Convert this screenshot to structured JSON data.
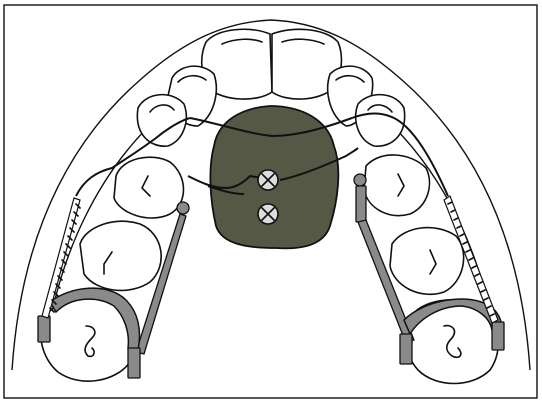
{
  "figure": {
    "type": "dental-appliance-illustration",
    "colors": {
      "acrylic_plate": "#545844",
      "metal_parts": "#8a8a8a",
      "outline": "#111111",
      "background": "#ffffff"
    },
    "components": {
      "teeth_count": 12,
      "expansion_screws": 2,
      "springs": 2,
      "molar_bands": 2
    }
  }
}
